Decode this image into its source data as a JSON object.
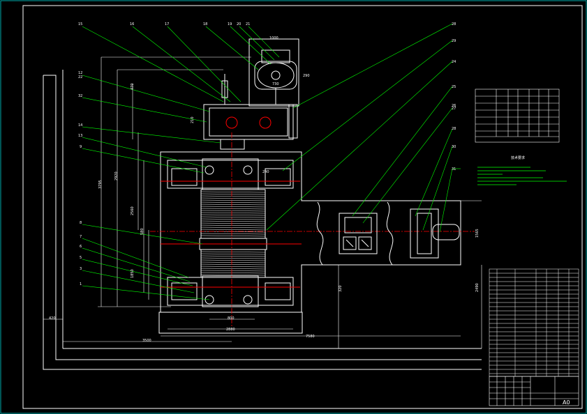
{
  "drawing": {
    "callouts_top": [
      "15",
      "16",
      "17",
      "18",
      "19",
      "20",
      "21"
    ],
    "callouts_left": [
      "12",
      "22",
      "32",
      "14",
      "13",
      "9",
      "8",
      "7",
      "6",
      "5",
      "3",
      "1"
    ],
    "callouts_right": [
      "28",
      "29",
      "24",
      "25",
      "26",
      "27",
      "28",
      "30",
      "31"
    ],
    "dimensions": {
      "d_1000": "1000",
      "d_730": "730",
      "d_290": "290",
      "d_3795": "3795",
      "d_2920": "2920",
      "d_470": "470",
      "d_210": "210",
      "d_800": "800",
      "d_2880": "2880",
      "d_3500": "3500",
      "d_7580": "7580",
      "d_420": "420",
      "d_2490": "2490",
      "d_1565": "1565",
      "d_320": "320",
      "d_2560": "2560",
      "d_580": "580",
      "d_1850": "1850",
      "d_240": "240"
    },
    "tech_note_title": "技术要求",
    "title_block": {
      "sheet_size": "A0"
    }
  },
  "colors": {
    "background": "#000000",
    "lines": "#ffffff",
    "callout_lines": "#00ff00",
    "center_lines": "#ff0000",
    "frame": "#00ffff",
    "hidden": "#ffff00"
  }
}
